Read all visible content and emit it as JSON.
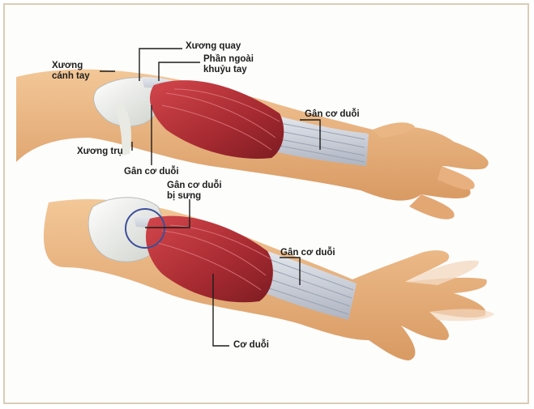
{
  "labels": {
    "radius": "Xương quay",
    "lateral_epicondyle": "Phần ngoài\nkhuỷu tay",
    "humerus": "Xương\ncánh tay",
    "extensor_tendon_top": "Gân cơ duỗi",
    "ulna": "Xương trụ",
    "extensor_tendon_elbow": "Gân cơ duỗi",
    "swollen_tendon": "Gân cơ duỗi\nbị sưng",
    "extensor_tendon_bottom": "Gân cơ duỗi",
    "extensor_muscle": "Cơ duỗi"
  },
  "colors": {
    "skin": "#eab684",
    "muscle": "#b8343a",
    "tendon": "#c9ced8",
    "bone": "#eeeee8",
    "highlight_circle": "#3b4f9a",
    "frame": "#d8cdb6"
  }
}
